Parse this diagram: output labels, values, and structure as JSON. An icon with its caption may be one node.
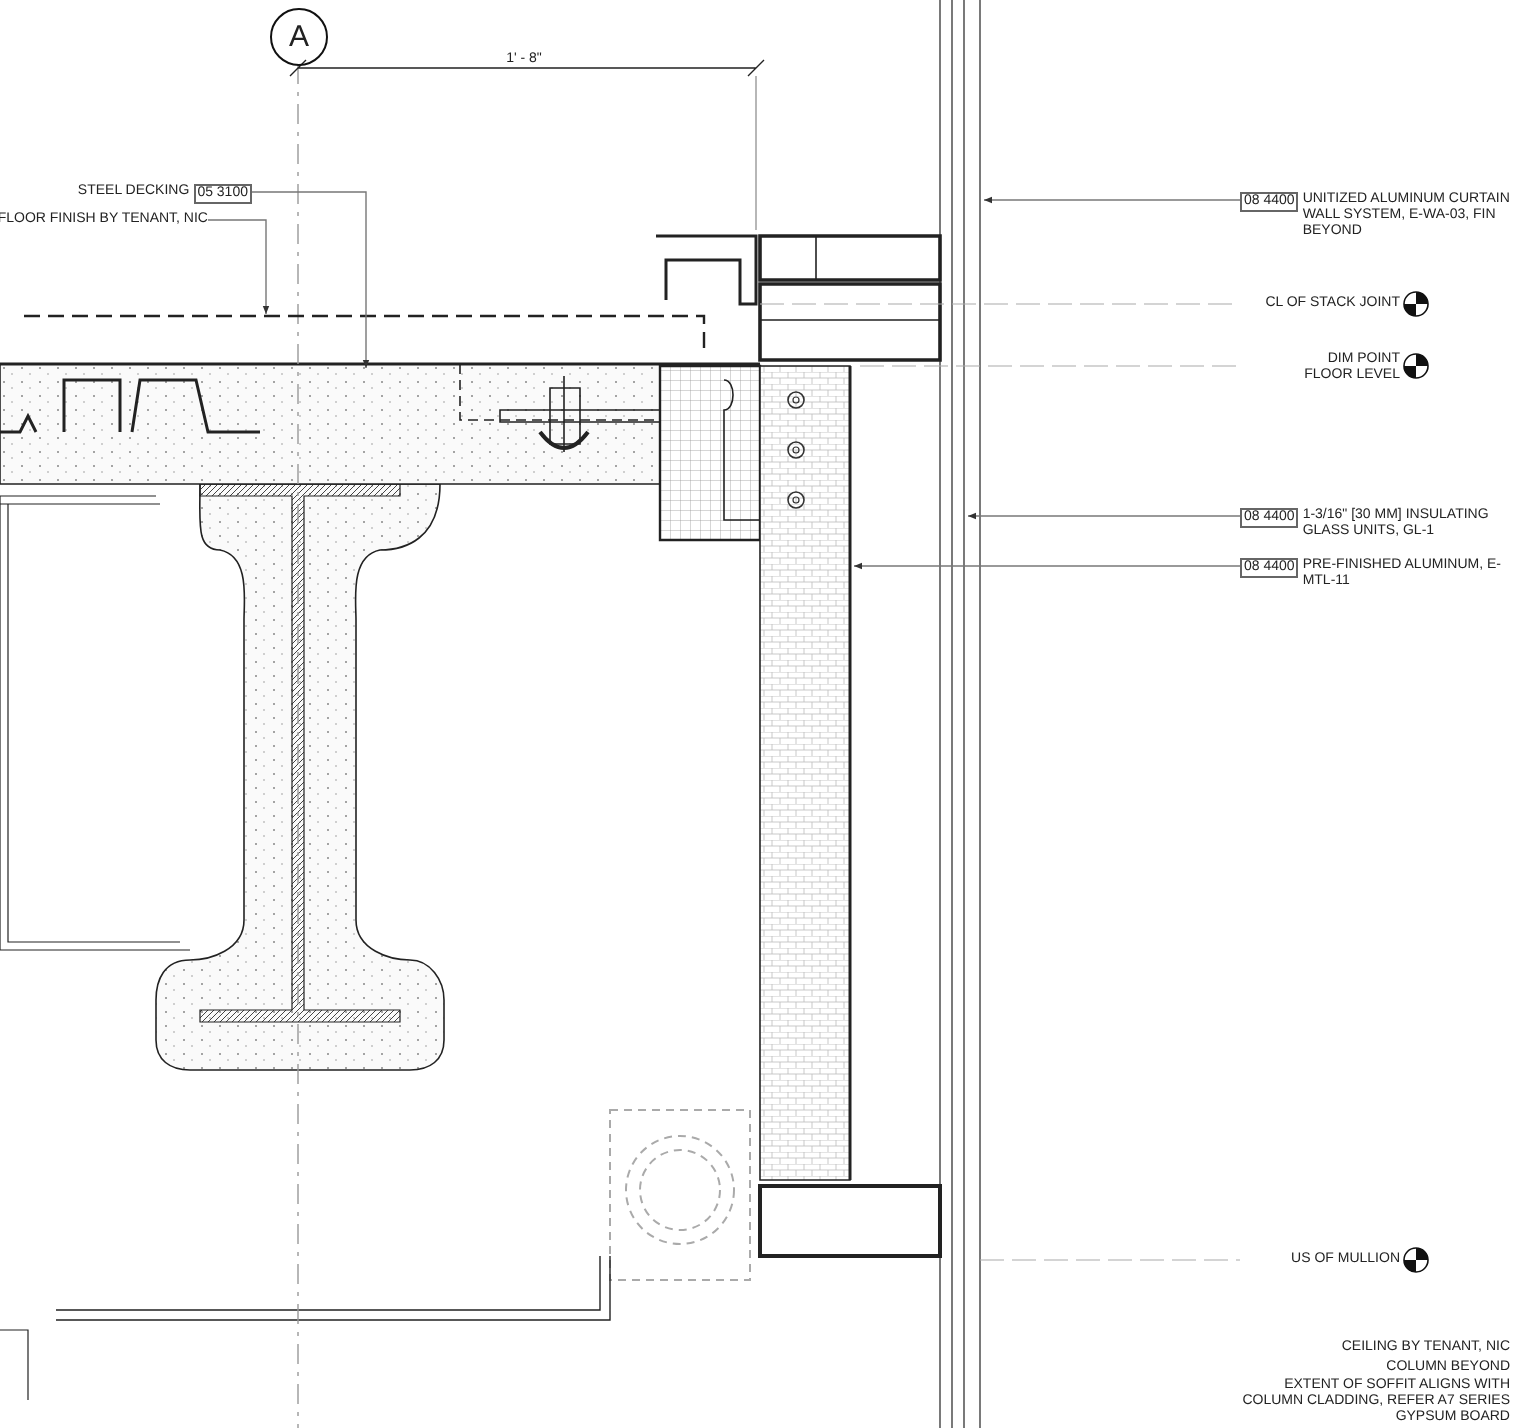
{
  "diagram": {
    "nodes": [
      {
        "text": [
          "A"
        ]
      },
      {
        "text": [
          "STEEL DECKING",
          "05 3100"
        ]
      },
      {
        "text": [
          "FLOOR FINISH BY TENANT, NIC"
        ]
      },
      {
        "text": [
          "08 4400",
          "UNITIZED ALUMINUM CURTAIN WALL SYSTEM, E-WA-03, FIN BEYOND"
        ]
      },
      {
        "text": [
          "08 4400",
          "1-3/16\" [30 MM] INSULATING GLASS UNITS, GL-1"
        ]
      },
      {
        "text": [
          "08 4400",
          "PRE-FINISHED ALUMINUM, E-MTL-11"
        ]
      }
    ],
    "edges": [
      {
        "from": 1,
        "to": null,
        "arrow": "to"
      },
      {
        "from": 2,
        "to": null,
        "arrow": "to"
      },
      {
        "from": 3,
        "to": null,
        "arrow": "to"
      },
      {
        "from": 4,
        "to": null,
        "arrow": "to"
      },
      {
        "from": 5,
        "to": null,
        "arrow": "to"
      }
    ],
    "labels": [
      "1' - 8\"",
      "CL OF STACK JOINT",
      "DIM POINT FLOOR LEVEL",
      "US OF MULLION",
      "CEILING BY TENANT, NIC",
      "COLUMN BEYOND",
      "EXTENT OF SOFFIT ALIGNS WITH COLUMN CLADDING, REFER A7 SERIES",
      "GYPSUM BOARD"
    ]
  }
}
